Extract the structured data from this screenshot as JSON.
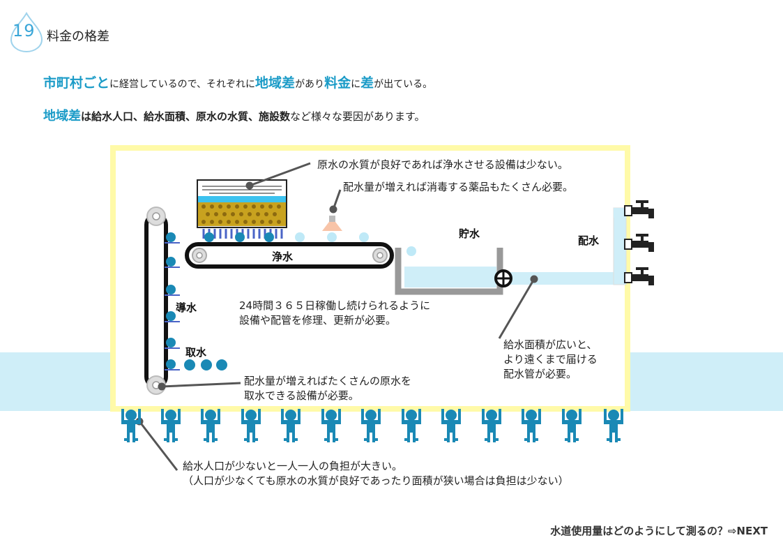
{
  "header": {
    "slide_number": "19",
    "title": "料金の格差"
  },
  "intro": {
    "line1": {
      "p1": "市町村ごと",
      "p2": "に経営しているので、それぞれに",
      "p3": "地域差",
      "p4": "があり",
      "p5": "料金",
      "p6": "に",
      "p7": "差",
      "p8": "が出ている。"
    },
    "line2": {
      "p1": "地域差",
      "p2": "は給水人口、給水面積、原水の水質、施設数",
      "p3": "など様々な要因があります。"
    }
  },
  "diagram": {
    "stage_labels": {
      "purification": "浄水",
      "storage": "貯水",
      "distribution": "配水",
      "conveyance": "導水",
      "intake": "取水"
    },
    "notes": {
      "raw_water_quality": "原水の水質が良好であれば浄水させる設備は少ない。",
      "disinfection": "配水量が増えれば消毒する薬品もたくさん必要。",
      "maintenance_1": "24時間３６５日稼働し続けられるように",
      "maintenance_2": "設備や配管を修理、更新が必要。",
      "area_1": "給水面積が広いと、",
      "area_2": "より遠くまで届ける",
      "area_3": "配水管が必要。",
      "intake_1": "配水量が増えればたくさんの原水を",
      "intake_2": "取水できる設備が必要。",
      "population_1": "給水人口が少ないと一人一人の負担が大きい。",
      "population_2": "（人口が少なくても原水の水質が良好であったり面積が狭い場合は負担は少ない）"
    },
    "colors": {
      "frame": "#fffaa8",
      "river": "#cfeef8",
      "accent": "#1a9bc7",
      "person": "#1a89b5"
    }
  },
  "footer": {
    "next_label": "水道使用量はどのようにして測るの？⇨NEXT"
  }
}
